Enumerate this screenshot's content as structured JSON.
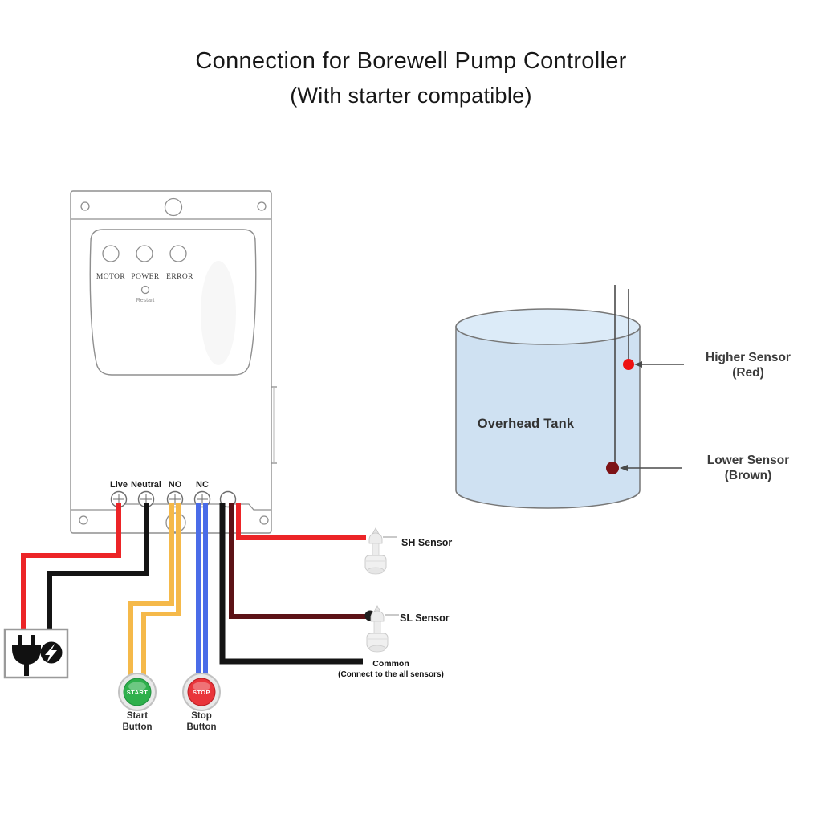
{
  "title": {
    "line1": "Connection for Borewell Pump Controller",
    "line2": "(With starter compatible)"
  },
  "controller": {
    "leds": [
      {
        "label": "MOTOR"
      },
      {
        "label": "POWER"
      },
      {
        "label": "ERROR"
      }
    ],
    "reset_label": "Restart",
    "terminals": [
      {
        "label": "Live"
      },
      {
        "label": "Neutral"
      },
      {
        "label": "NO"
      },
      {
        "label": "NC"
      }
    ]
  },
  "buttons": {
    "start": {
      "face": "START",
      "caption_line1": "Start",
      "caption_line2": "Button"
    },
    "stop": {
      "face": "STOP",
      "caption_line1": "Stop",
      "caption_line2": "Button"
    }
  },
  "sensors": {
    "sh": {
      "label": "SH Sensor"
    },
    "sl": {
      "label": "SL Sensor"
    },
    "common": {
      "line1": "Common",
      "line2": "(Connect to the all sensors)"
    }
  },
  "tank": {
    "label": "Overhead Tank",
    "higher": {
      "line1": "Higher Sensor",
      "line2": "(Red)"
    },
    "lower": {
      "line1": "Lower Sensor",
      "line2": "(Brown)"
    }
  },
  "colors": {
    "wire_red": "#EC2427",
    "wire_black": "#141414",
    "wire_yellow": "#F5B94A",
    "wire_blue": "#4A6CE8",
    "wire_maroon": "#5C1216",
    "start_green": "#2FB04C",
    "stop_red": "#E9353B",
    "tank_fill": "#CFE1F2",
    "tank_top_fill": "#DCEBF8",
    "higher_dot": "#EE1111",
    "lower_dot": "#7D1216"
  }
}
